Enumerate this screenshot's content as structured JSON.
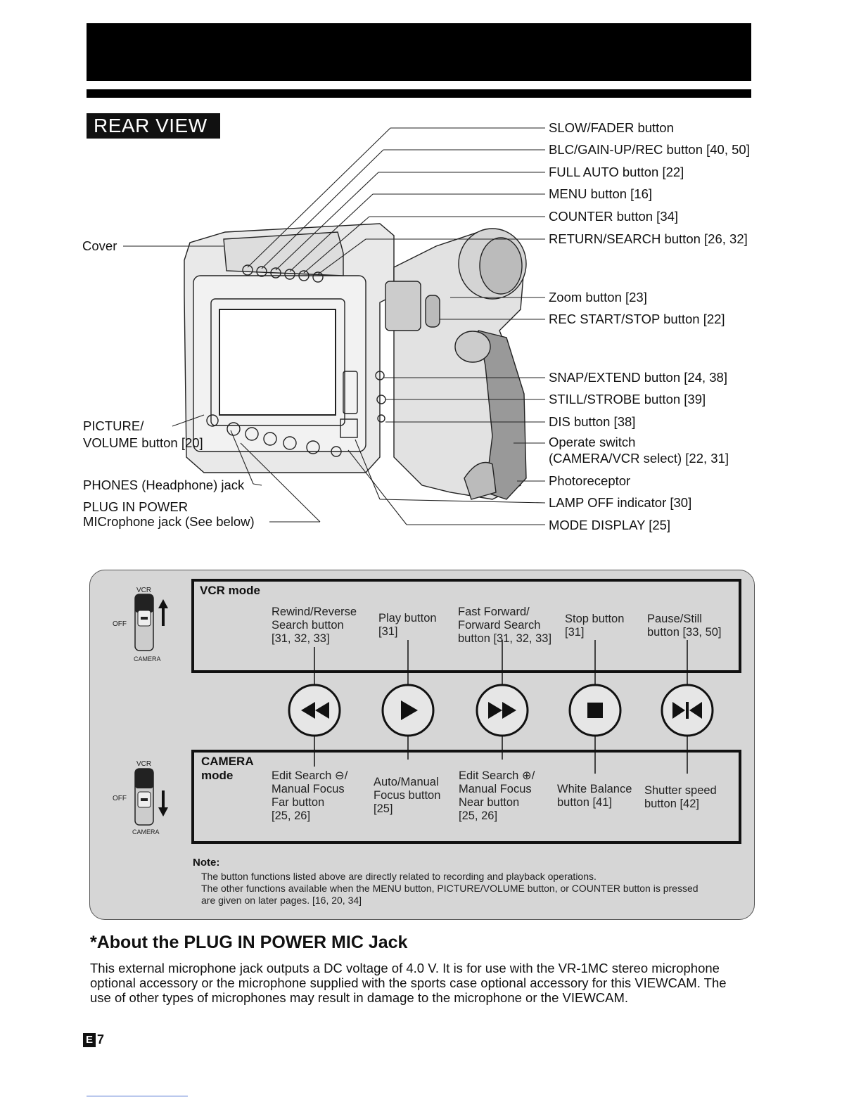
{
  "section_title": "REAR VIEW",
  "labels_right": [
    "SLOW/FADER button",
    "BLC/GAIN-UP/REC button [40, 50]",
    "FULL AUTO button [22]",
    "MENU button [16]",
    "COUNTER button [34]",
    "RETURN/SEARCH button [26, 32]",
    "Zoom button [23]",
    "REC START/STOP button [22]",
    "SNAP/EXTEND button [24, 38]",
    "STILL/STROBE button [39]",
    "DIS button [38]",
    "Operate switch",
    "(CAMERA/VCR select) [22, 31]",
    "Photoreceptor",
    "LAMP OFF indicator [30]",
    "MODE DISPLAY [25]"
  ],
  "labels_left": {
    "cover": "Cover",
    "picture_1": "PICTURE/",
    "picture_2": "VOLUME button [20]",
    "phones": "PHONES (Headphone) jack",
    "plug_1": "PLUG IN POWER",
    "plug_2": "MICrophone jack (See below)"
  },
  "switch": {
    "vcr": "VCR",
    "off": "OFF",
    "camera": "CAMERA"
  },
  "vcr_mode": {
    "title": "VCR mode",
    "labels": [
      [
        "Rewind/Reverse",
        "Search button",
        "[31, 32, 33]"
      ],
      [
        "Play button",
        "[31]"
      ],
      [
        "Fast Forward/",
        "Forward Search",
        "button [31, 32, 33]"
      ],
      [
        "Stop button",
        "[31]"
      ],
      [
        "Pause/Still",
        "button [33, 50]"
      ]
    ]
  },
  "camera_mode": {
    "title_1": "CAMERA",
    "title_2": "mode",
    "labels": [
      [
        "Edit Search ⊖/",
        "Manual Focus",
        "Far button",
        "[25, 26]"
      ],
      [
        "Auto/Manual",
        "Focus button",
        "[25]"
      ],
      [
        "Edit Search ⊕/",
        "Manual Focus",
        "Near button",
        "[25, 26]"
      ],
      [
        "White Balance",
        "button [41]"
      ],
      [
        "Shutter speed",
        "button [42]"
      ]
    ]
  },
  "button_icons": [
    "rewind-icon",
    "play-icon",
    "fast-forward-icon",
    "stop-icon",
    "pause-still-icon"
  ],
  "note": {
    "heading": "Note:",
    "lines": [
      "The button functions listed above are directly related to recording and playback operations.",
      "The other functions available when the MENU button, PICTURE/VOLUME button, or COUNTER button is pressed",
      "are given on later pages. [16, 20, 34]"
    ]
  },
  "section2": {
    "heading": "*About the PLUG IN POWER MIC Jack",
    "lines": [
      "This external microphone jack outputs a DC voltage of 4.0 V. It is for use with the VR-1MC stereo microphone",
      "optional accessory or the microphone supplied with the sports case optional accessory for this VIEWCAM. The",
      "use of other types of microphones may result in damage to the microphone or the VIEWCAM."
    ]
  },
  "page": {
    "badge": "E",
    "number": "7"
  }
}
